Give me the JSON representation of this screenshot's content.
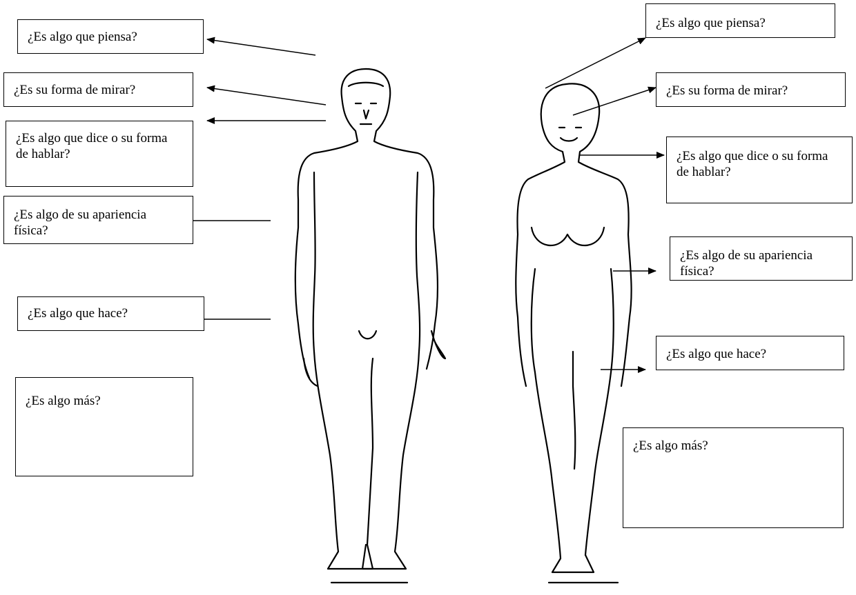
{
  "male_labels": [
    "¿Es algo que piensa?",
    "¿Es su forma de mirar?",
    "¿Es algo que dice o su forma de hablar?",
    "¿Es algo de su apariencia física?",
    "¿Es algo que hace?",
    "¿Es algo más?"
  ],
  "female_labels": [
    "¿Es algo que piensa?",
    "¿Es su forma de mirar?",
    "¿Es algo que dice o su forma de hablar?",
    "¿Es algo de su apariencia física?",
    "¿Es algo que hace?",
    "¿Es algo más?"
  ]
}
